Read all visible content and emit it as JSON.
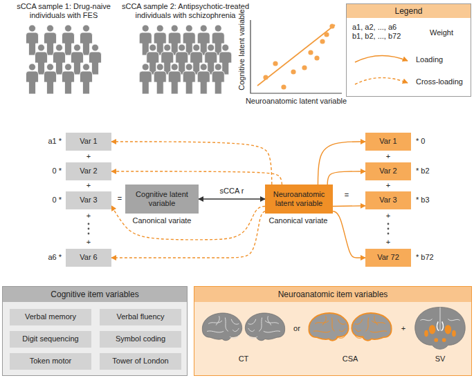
{
  "diagram": {
    "nodes": [
      {
        "text": [
          "Legend"
        ]
      },
      {
        "text": [
          "Var 1"
        ]
      },
      {
        "text": [
          "Var 2"
        ]
      },
      {
        "text": [
          "Var 3"
        ]
      },
      {
        "text": [
          "Var 6"
        ]
      },
      {
        "text": [
          "Cognitive latent variable"
        ]
      },
      {
        "text": [
          "Neuroanatomic latent variable"
        ]
      },
      {
        "text": [
          "Var 1"
        ]
      },
      {
        "text": [
          "Var 2"
        ]
      },
      {
        "text": [
          "Var 3"
        ]
      },
      {
        "text": [
          "Var 72"
        ]
      },
      {
        "text": [
          "Cognitive item variables"
        ]
      },
      {
        "text": [
          "Verbal memory"
        ],
        "in": 11
      },
      {
        "text": [
          "Verbal fluency"
        ],
        "in": 11
      },
      {
        "text": [
          "Digit sequencing"
        ],
        "in": 11
      },
      {
        "text": [
          "Symbol coding"
        ],
        "in": 11
      },
      {
        "text": [
          "Token motor"
        ],
        "in": 11
      },
      {
        "text": [
          "Tower of London"
        ],
        "in": 11
      },
      {
        "text": [
          "Neuroanatomic item variables"
        ]
      }
    ],
    "edges": [
      {
        "from": 5,
        "to": 6,
        "arrow": "both",
        "label": "sCCA r"
      },
      {
        "from": 6,
        "to": 1,
        "arrow": "to"
      },
      {
        "from": 6,
        "to": 2,
        "arrow": "to"
      },
      {
        "from": 6,
        "to": 3,
        "arrow": "to"
      },
      {
        "from": 6,
        "to": 4,
        "arrow": "to"
      },
      {
        "from": 6,
        "to": 7,
        "arrow": "to"
      },
      {
        "from": 6,
        "to": 8,
        "arrow": "to"
      },
      {
        "from": 6,
        "to": 9,
        "arrow": "to"
      },
      {
        "from": 6,
        "to": 10,
        "arrow": "to"
      }
    ],
    "labels": [
      "sCCA sample 1: Drug-naive individuals with FES",
      "sCCA sample 2: Antipsychotic-treated individuals with schizophrenia",
      "Cognitive latent variable",
      "Neuroanatomic latent variable",
      "a1, a2, ..., a6 b1, b2, ..., b72",
      "a1 *",
      "0 *",
      "0 *",
      "a6 *",
      "+",
      "+",
      "+",
      "+",
      "=",
      "Canonical variate",
      "Canonical variate",
      "=",
      "+",
      "+",
      "+",
      "+",
      "* 0",
      "* b2",
      "* b3",
      "* b72",
      "CT",
      "or",
      "CSA",
      "+",
      "SV"
    ],
    "legend": [
      {
        "text": "Weight"
      },
      {
        "text": "Loading"
      },
      {
        "text": "Cross-loading"
      }
    ]
  }
}
